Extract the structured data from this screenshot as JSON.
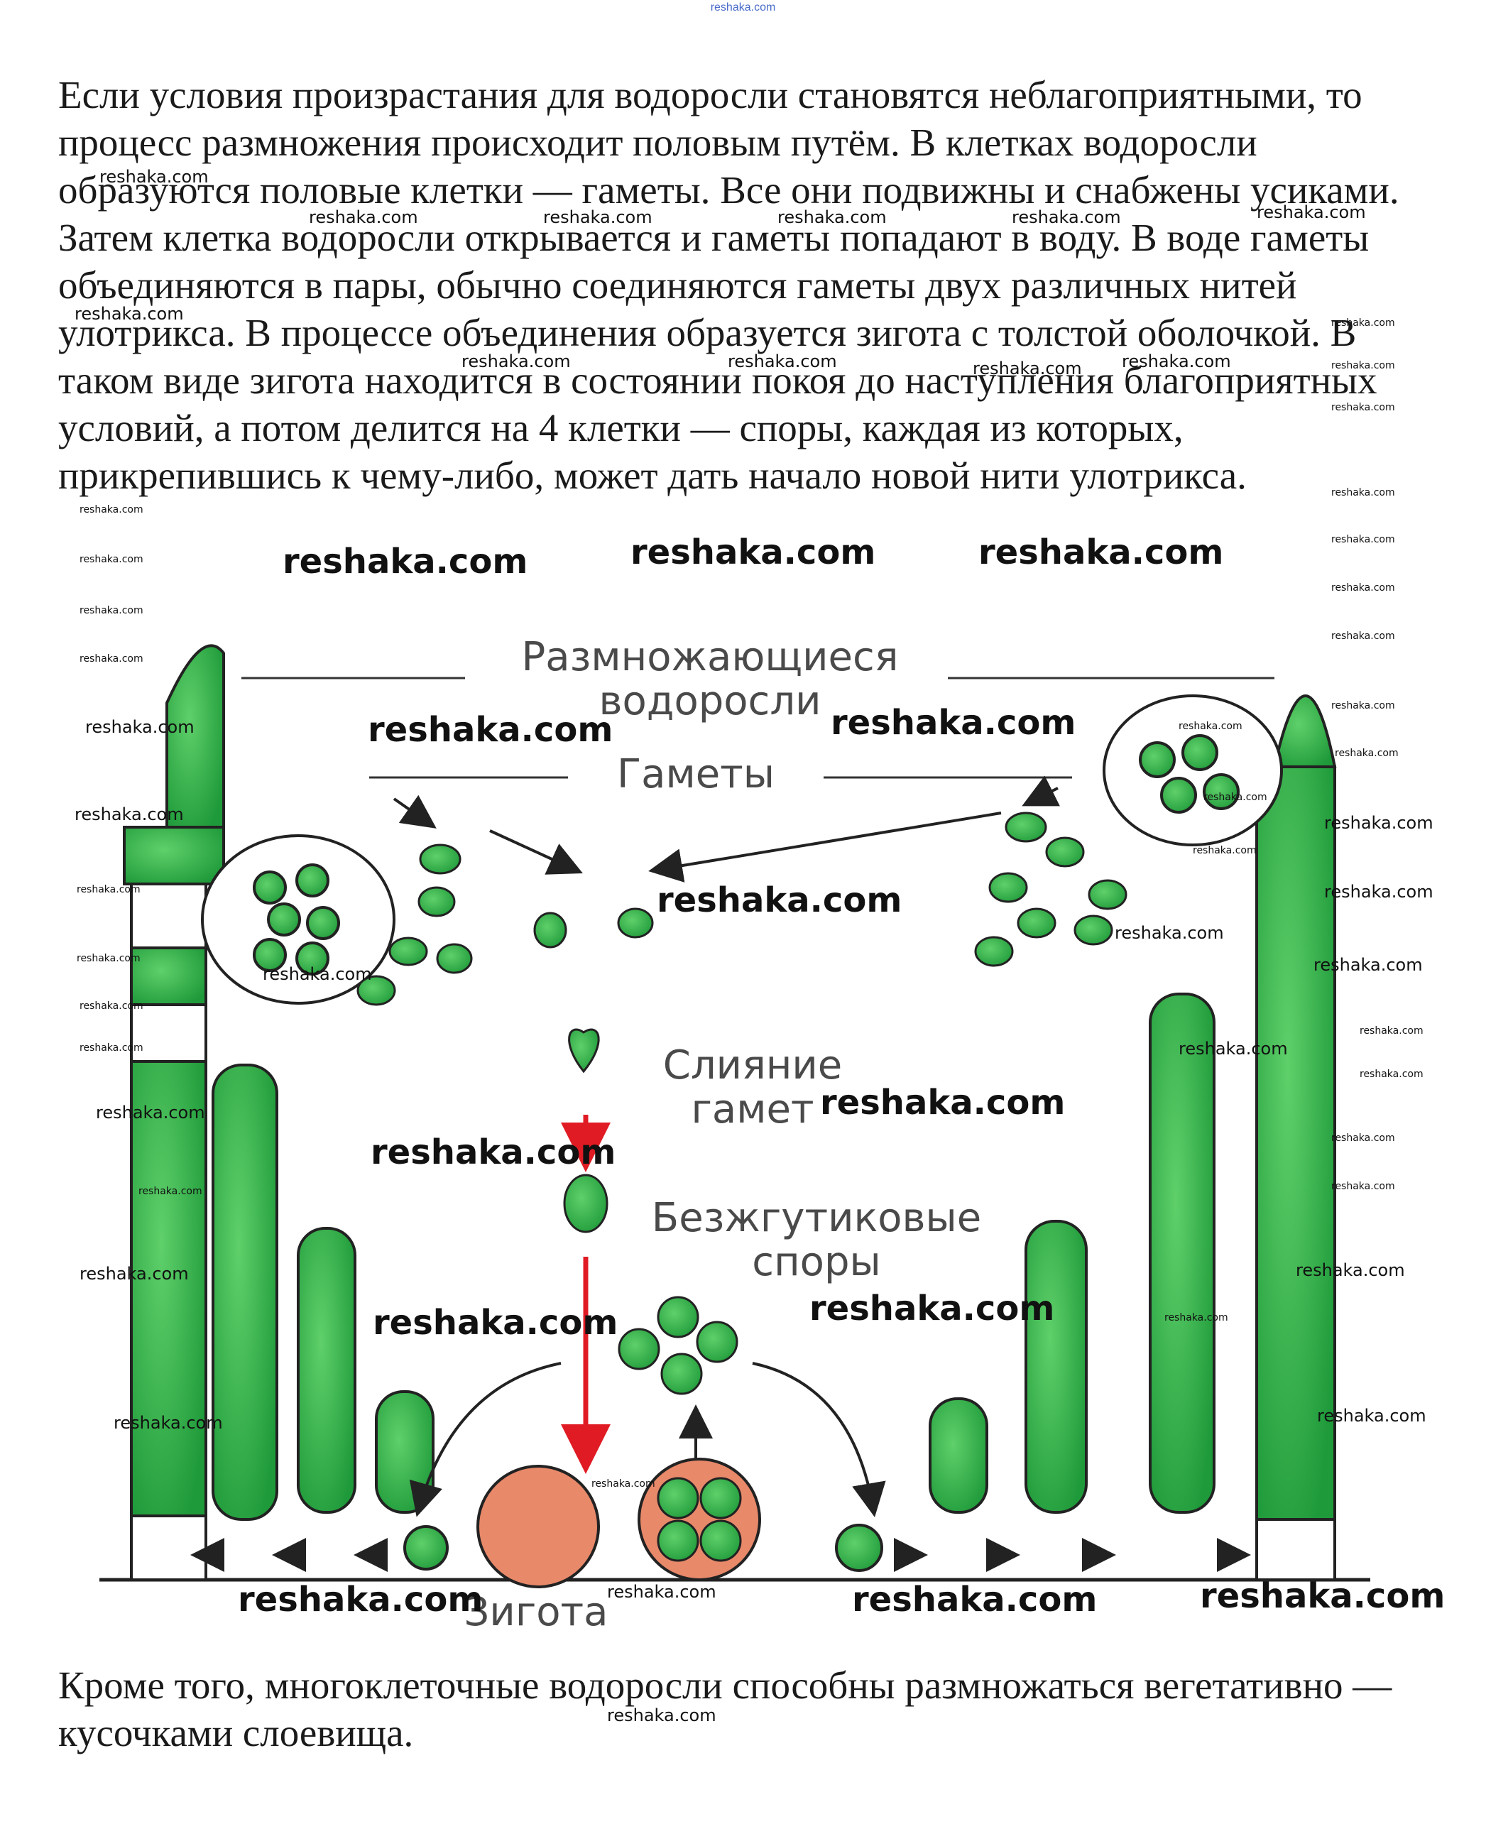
{
  "header": {
    "source": "reshaka.com"
  },
  "text": {
    "paragraph_1": "Если условия произрастания для водоросли становятся неблагоприятными, то процесс размножения происходит половым путём. В клетках водоросли образуются половые клетки — гаметы. Все они подвижны и снабжены усиками. Затем клетка водоросли открывается и гаметы попадают в воду. В воде гаметы объединяются в пары, обычно соединяются гаметы двух различных нитей улотрикса. В процессе объединения образуется зигота с толстой оболочкой. В таком виде зигота находится в состоянии покоя до наступления благоприятных условий, а потом делится на 4 клетки — споры, каждая из которых, прикрепившись к чему-либо, может дать начало новой нити улотрикса.",
    "paragraph_2": "Кроме того, многоклеточные водоросли способны размножаться вегетативно — кусочками слоевища."
  },
  "diagram": {
    "label_algae": "Размножающиеся водоросли",
    "label_gametes": "Гаметы",
    "label_fusion": "Слияние гамет",
    "label_spores": "Безжгутиковые споры",
    "label_zygote": "Зигота",
    "colors": {
      "cell": "#2db34a",
      "cell_dark": "#1b7a2e",
      "zygote": "#e8896a",
      "arrow": "#e01b24",
      "outline": "#222222"
    }
  },
  "watermark": {
    "text": "reshaka.com"
  }
}
